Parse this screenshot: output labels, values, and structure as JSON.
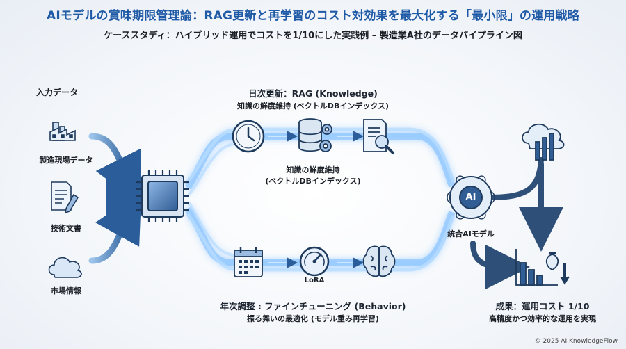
{
  "title": "AIモデルの賞味期限管理論：RAG更新と再学習のコスト対効果を最大化する「最小限」の運用戦略",
  "subtitle": "ケーススタディ：ハイブリッド運用でコストを1/10にした実践例 – 製造業A社のデータパイプライン図",
  "inputs": {
    "heading": "入力データ",
    "items": [
      {
        "label": "製造現場データ",
        "icon": "factory-icon"
      },
      {
        "label": "技術文書",
        "icon": "document-pen-icon"
      },
      {
        "label": "市場情報",
        "icon": "cloud-icon"
      }
    ]
  },
  "processor": {
    "icon": "cpu-chip-icon"
  },
  "daily": {
    "title": "日次更新：RAG (Knowledge)",
    "subtitle": "知識の鮮度維持 (ベクトルDBインデックス)",
    "mid_label_1": "知識の鮮度維持",
    "mid_label_2": "(ベクトルDBインデックス)",
    "icons": [
      "clock-icon",
      "database-gear-icon",
      "document-search-icon"
    ]
  },
  "yearly": {
    "title": "年次調整 : ファインチューニング (Behavior)",
    "subtitle": "振る舞いの最適化 (モデル重み再学習)",
    "lora_label": "LoRA",
    "icons": [
      "calendar-icon",
      "gauge-icon",
      "brain-icon"
    ]
  },
  "model": {
    "label": "統合AIモデル",
    "badge": "AI",
    "icon": "ai-brain-icon"
  },
  "cloud_chart": {
    "icon": "cloud-chart-icon"
  },
  "result": {
    "title": "成果：運用コスト 1/10",
    "subtitle": "高精度かつ効率的な運用を実現",
    "icon": "cost-chart-icon"
  },
  "colors": {
    "accent": "#1f5aa6",
    "glow": "#6fb3ff",
    "icon_stroke": "#1e3a5c"
  },
  "footer": "© 2025 AI KnowledgeFlow"
}
